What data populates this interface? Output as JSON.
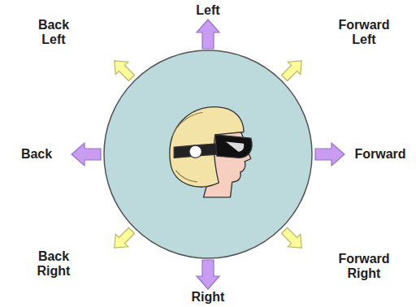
{
  "diagram": {
    "labels": [
      "Left",
      "Back Left",
      "Forward Left",
      "Back",
      "Forward",
      "Back Right",
      "Forward Right",
      "Right"
    ]
  }
}
